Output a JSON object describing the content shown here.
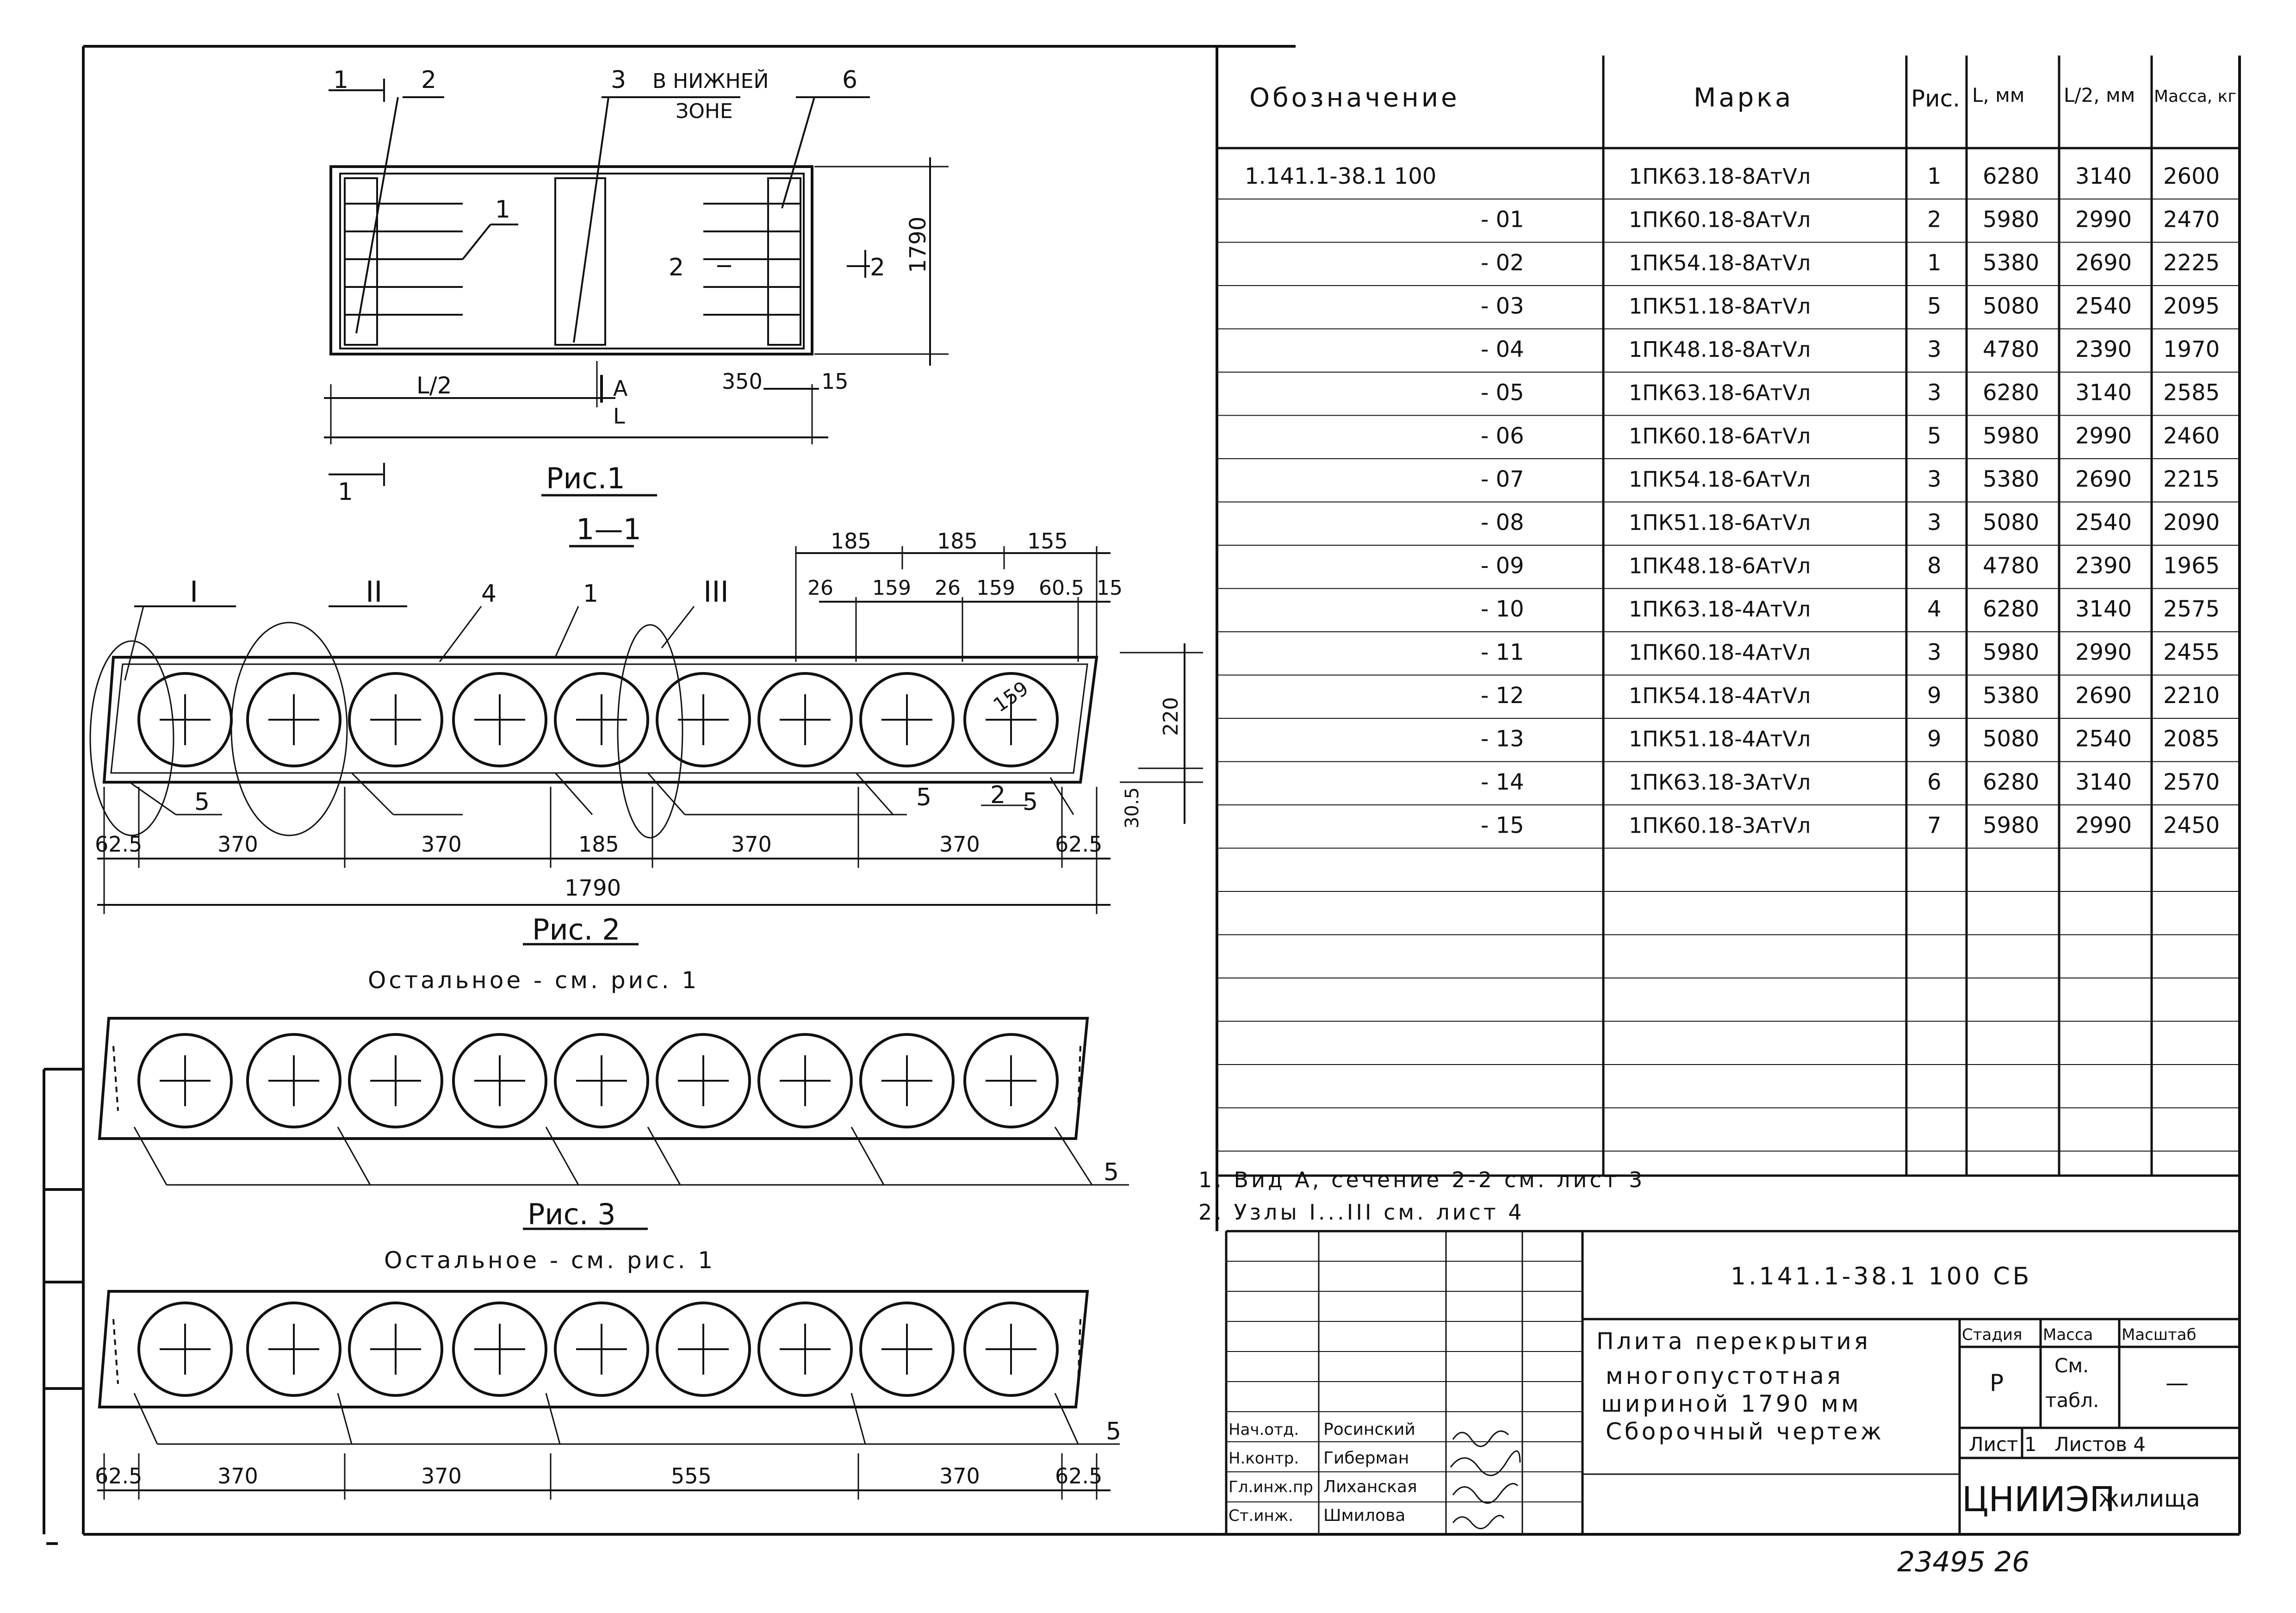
{
  "fig1": {
    "callouts": [
      "1",
      "2",
      "3",
      "В НИЖНЕЙ",
      "ЗОНЕ",
      "6",
      "1",
      "2",
      "2",
      "1"
    ],
    "dims": [
      "1790",
      "L/2",
      "A",
      "L",
      "350",
      "15"
    ],
    "caption": "Рис.1",
    "section": "1—1"
  },
  "fig2": {
    "nodes": [
      "I",
      "II",
      "III"
    ],
    "callouts": [
      "4",
      "1",
      "5",
      "5",
      "2",
      "5"
    ],
    "top_dims": [
      "185",
      "185",
      "155"
    ],
    "sub_dims": [
      "26",
      "159",
      "26",
      "159",
      "60.5",
      "15"
    ],
    "void_dia": "159",
    "height_dims": [
      "220",
      "30.5"
    ],
    "bottom_dims": [
      "62.5",
      "370",
      "370",
      "185",
      "370",
      "370",
      "62.5"
    ],
    "total": "1790",
    "caption": "Рис. 2",
    "note": "Остальное - см. рис. 1"
  },
  "fig3": {
    "callout": "5",
    "caption": "Рис. 3",
    "note": "Остальное - см. рис. 1"
  },
  "fig4": {
    "callout": "5",
    "bottom_dims": [
      "62.5",
      "370",
      "370",
      "555",
      "370",
      "62.5"
    ]
  },
  "spec_table": {
    "headers": [
      "Обозначение",
      "Марка",
      "Рис.",
      "L, мм",
      "L/2, мм",
      "Масса, кг"
    ],
    "rows": [
      [
        "1.141.1-38.1 100",
        "1ПК63.18-8АтVл",
        "1",
        "6280",
        "3140",
        "2600"
      ],
      [
        "- 01",
        "1ПК60.18-8АтVл",
        "2",
        "5980",
        "2990",
        "2470"
      ],
      [
        "- 02",
        "1ПК54.18-8АтVл",
        "1",
        "5380",
        "2690",
        "2225"
      ],
      [
        "- 03",
        "1ПК51.18-8АтVл",
        "5",
        "5080",
        "2540",
        "2095"
      ],
      [
        "- 04",
        "1ПК48.18-8АтVл",
        "3",
        "4780",
        "2390",
        "1970"
      ],
      [
        "- 05",
        "1ПК63.18-6АтVл",
        "3",
        "6280",
        "3140",
        "2585"
      ],
      [
        "- 06",
        "1ПК60.18-6АтVл",
        "5",
        "5980",
        "2990",
        "2460"
      ],
      [
        "- 07",
        "1ПК54.18-6АтVл",
        "3",
        "5380",
        "2690",
        "2215"
      ],
      [
        "- 08",
        "1ПК51.18-6АтVл",
        "3",
        "5080",
        "2540",
        "2090"
      ],
      [
        "- 09",
        "1ПК48.18-6АтVл",
        "8",
        "4780",
        "2390",
        "1965"
      ],
      [
        "- 10",
        "1ПК63.18-4АтVл",
        "4",
        "6280",
        "3140",
        "2575"
      ],
      [
        "- 11",
        "1ПК60.18-4АтVл",
        "3",
        "5980",
        "2990",
        "2455"
      ],
      [
        "- 12",
        "1ПК54.18-4АтVл",
        "9",
        "5380",
        "2690",
        "2210"
      ],
      [
        "- 13",
        "1ПК51.18-4АтVл",
        "9",
        "5080",
        "2540",
        "2085"
      ],
      [
        "- 14",
        "1ПК63.18-3АтVл",
        "6",
        "6280",
        "3140",
        "2570"
      ],
      [
        "- 15",
        "1ПК60.18-3АтVл",
        "7",
        "5980",
        "2990",
        "2450"
      ]
    ]
  },
  "notes": [
    "1. Вид А, сечение 2-2 см. лист 3",
    "2. Узлы I...III см. лист 4"
  ],
  "title_block": {
    "code": "1.141.1-38.1   100 СБ",
    "title_lines": [
      "Плита перекрытия",
      "многопустотная",
      "шириной 1790 мм",
      "Сборочный чертеж"
    ],
    "stage_label": "Стадия",
    "mass_label": "Масса",
    "scale_label": "Масштаб",
    "stage": "Р",
    "mass_lines": [
      "См.",
      "табл."
    ],
    "scale": "—",
    "sheet": "Лист 1",
    "sheets": "Листов 4",
    "org_big": "ЦНИИЭП",
    "org_small": "жилища",
    "roles": [
      "Нач.отд.",
      "Н.контр.",
      "Гл.инж.пр",
      "Ст.инж."
    ],
    "names": [
      "Росинский",
      "Гиберман",
      "Лиханская",
      "Шмилова"
    ]
  },
  "footer": "23495 26"
}
